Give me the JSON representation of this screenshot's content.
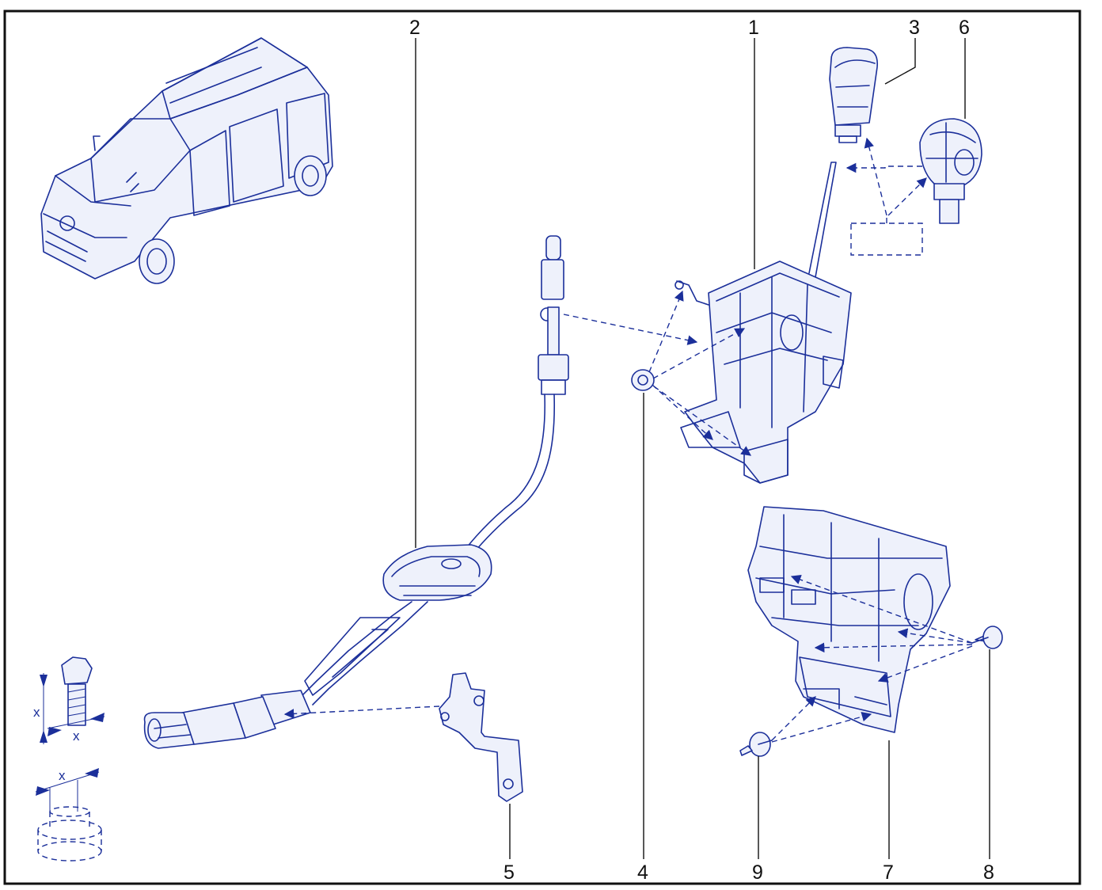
{
  "diagram": {
    "frame_color": "#111111",
    "ink_color": "#1b2f9a",
    "callouts": [
      "1",
      "2",
      "3",
      "4",
      "5",
      "6",
      "7",
      "8",
      "9"
    ],
    "dimension_label": "x"
  }
}
